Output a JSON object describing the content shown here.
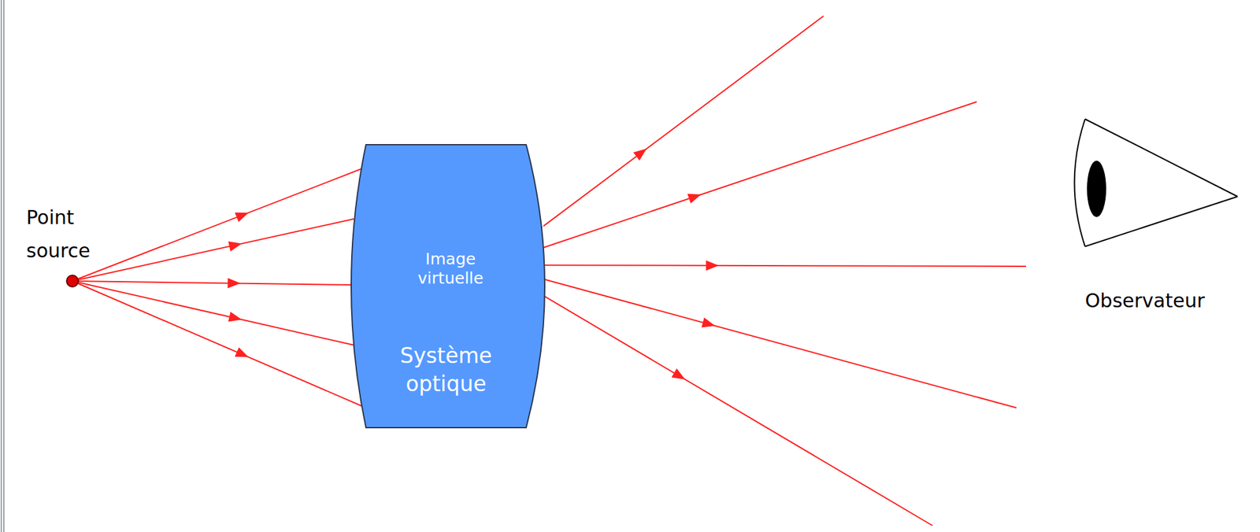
{
  "diagram": {
    "nodes": [
      {
        "text": [
          "Image virtuelle",
          "Système optique"
        ]
      }
    ],
    "labels": [
      "Point source",
      "Observateur"
    ]
  }
}
